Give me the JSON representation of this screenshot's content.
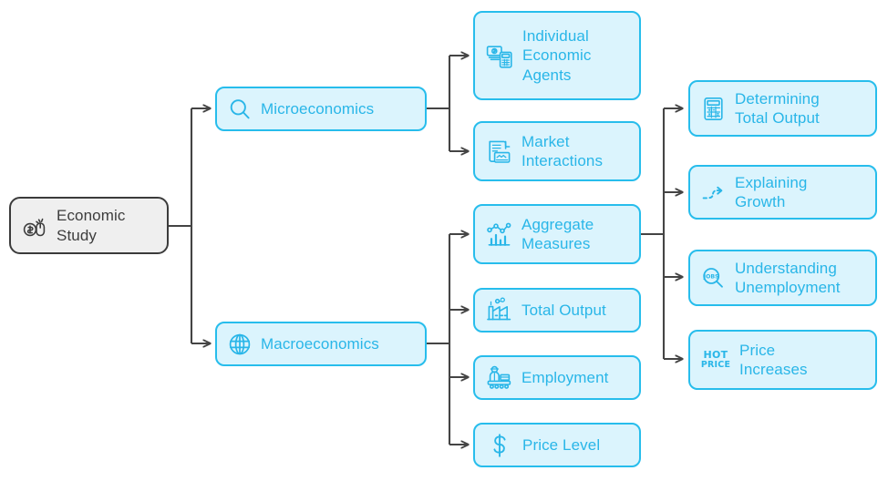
{
  "diagram": {
    "title": "Economic Study mind map",
    "colors": {
      "node_fill": "#dbf4fd",
      "node_stroke": "#27bdec",
      "node_text": "#29b6e8",
      "root_fill": "#efefef",
      "root_stroke": "#3b3b3b",
      "root_text": "#3d3d3d",
      "edge": "#444444",
      "background": "#ffffff"
    },
    "nodes": [
      {
        "id": "root",
        "label": "Economic\nStudy",
        "icon": "money-mouse-icon",
        "style": "root"
      },
      {
        "id": "micro",
        "label": "Microeconomics",
        "icon": "magnifier-icon",
        "style": "blue"
      },
      {
        "id": "macro",
        "label": "Macroeconomics",
        "icon": "globe-icon",
        "style": "blue"
      },
      {
        "id": "agents",
        "label": "Individual\nEconomic\nAgents",
        "icon": "cash-calculator-icon",
        "style": "blue"
      },
      {
        "id": "market",
        "label": "Market\nInteractions",
        "icon": "contract-handshake-icon",
        "style": "blue"
      },
      {
        "id": "aggregate",
        "label": "Aggregate\nMeasures",
        "icon": "line-bar-chart-icon",
        "style": "blue"
      },
      {
        "id": "totaloutput",
        "label": "Total Output",
        "icon": "factory-icon",
        "style": "blue"
      },
      {
        "id": "employment",
        "label": "Employment",
        "icon": "worker-conveyor-icon",
        "style": "blue"
      },
      {
        "id": "pricelevel",
        "label": "Price Level",
        "icon": "dollar-sign-icon",
        "style": "blue"
      },
      {
        "id": "determining",
        "label": "Determining\nTotal Output",
        "icon": "calculator-icon",
        "style": "blue"
      },
      {
        "id": "growth",
        "label": "Explaining\nGrowth",
        "icon": "dashed-arrow-up-icon",
        "style": "blue"
      },
      {
        "id": "unemployment",
        "label": "Understanding\nUnemployment",
        "icon": "jobs-magnifier-icon",
        "style": "blue"
      },
      {
        "id": "increases",
        "label": "Price\nIncreases",
        "icon": "hot-price-icon",
        "style": "blue"
      }
    ],
    "edges": [
      {
        "from": "root",
        "to": "micro"
      },
      {
        "from": "root",
        "to": "macro"
      },
      {
        "from": "micro",
        "to": "agents"
      },
      {
        "from": "micro",
        "to": "market"
      },
      {
        "from": "macro",
        "to": "aggregate"
      },
      {
        "from": "macro",
        "to": "totaloutput"
      },
      {
        "from": "macro",
        "to": "employment"
      },
      {
        "from": "macro",
        "to": "pricelevel"
      },
      {
        "from": "aggregate",
        "to": "determining"
      },
      {
        "from": "aggregate",
        "to": "growth"
      },
      {
        "from": "aggregate",
        "to": "unemployment"
      },
      {
        "from": "aggregate",
        "to": "increases"
      }
    ]
  }
}
